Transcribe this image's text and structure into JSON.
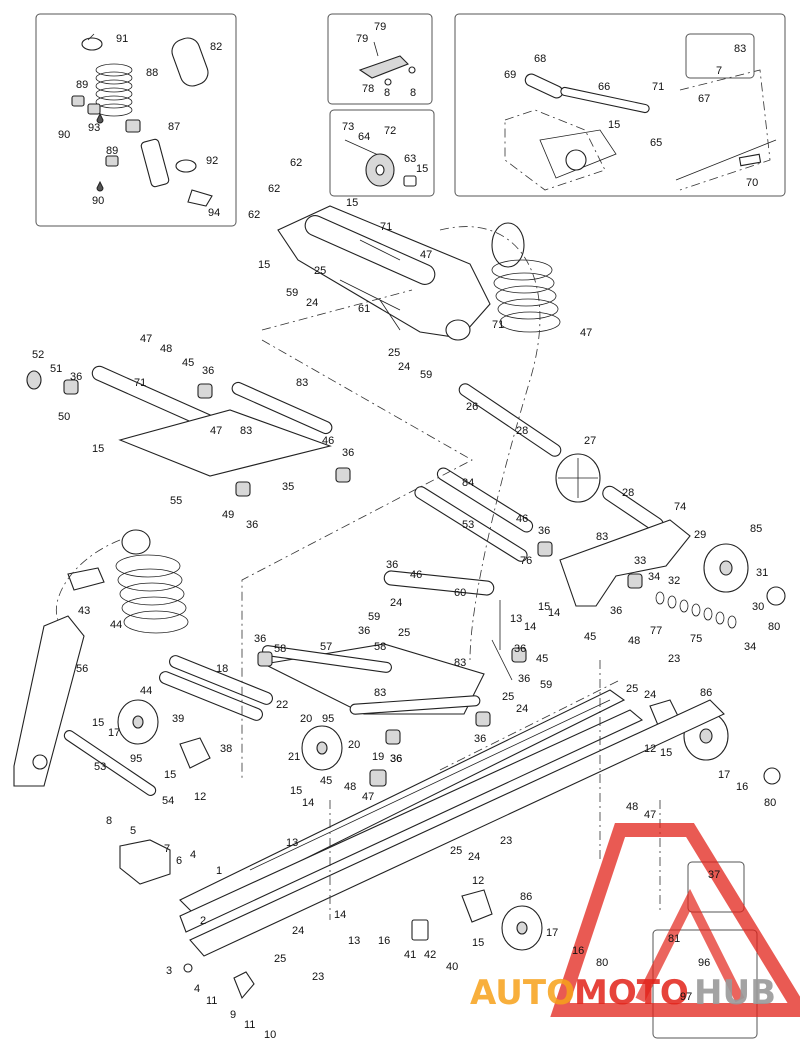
{
  "labels": {
    "l91": "91",
    "l82": "82",
    "l88": "88",
    "l89a": "89",
    "l93": "93",
    "l90a": "90",
    "l87": "87",
    "l89b": "89",
    "l92": "92",
    "l90b": "90",
    "l94": "94",
    "l79a": "79",
    "l79b": "79",
    "l78": "78",
    "l8a": "8",
    "l8b": "8",
    "l73": "73",
    "l64": "64",
    "l72": "72",
    "l63": "63",
    "l15a": "15",
    "l68": "68",
    "l69": "69",
    "l66": "66",
    "l71a": "71",
    "l67": "67",
    "l15b": "15",
    "l65": "65",
    "l83a": "83",
    "l7a": "7",
    "l70": "70",
    "l62a": "62",
    "l62b": "62",
    "l62c": "62",
    "l15c": "15",
    "l71b": "71",
    "l47a": "47",
    "l15d": "15",
    "l25a": "25",
    "l59a": "59",
    "l24a": "24",
    "l61": "61",
    "l71c": "71",
    "l47b": "47",
    "l25b": "25",
    "l24b": "24",
    "l59b": "59",
    "l52": "52",
    "l51": "51",
    "l36a": "36",
    "l50": "50",
    "l47c": "47",
    "l48a": "48",
    "l45a": "45",
    "l36b": "36",
    "l71d": "71",
    "l83b": "83",
    "l47d": "47",
    "l83c": "83",
    "l15e": "15",
    "l46a": "46",
    "l36c": "36",
    "l55": "55",
    "l35": "35",
    "l49": "49",
    "l36d": "36",
    "l26": "26",
    "l28a": "28",
    "l27": "27",
    "l28b": "28",
    "l74": "74",
    "l84": "84",
    "l46b": "46",
    "l36e": "36",
    "l83d": "83",
    "l53a": "53",
    "l29": "29",
    "l85": "85",
    "l76": "76",
    "l33": "33",
    "l34a": "34",
    "l32": "32",
    "l31": "31",
    "l36f": "36",
    "l30": "30",
    "l77": "77",
    "l75": "75",
    "l34b": "34",
    "l80a": "80",
    "l36g": "36",
    "l46c": "46",
    "l60": "60",
    "l59c": "59",
    "l24c": "24",
    "l25c": "25",
    "l15f": "15",
    "l14a": "14",
    "l13a": "13",
    "l14b": "14",
    "l43": "43",
    "l44a": "44",
    "l56": "56",
    "l36h": "36",
    "l58a": "58",
    "l57": "57",
    "l36i": "36",
    "l58b": "58",
    "l83e": "83",
    "l83f": "83",
    "l36j": "36",
    "l45b": "45",
    "l36k": "36",
    "l25d": "25",
    "l59d": "59",
    "l24d": "24",
    "l45c": "45",
    "l48b": "48",
    "l23a": "23",
    "l25e": "25",
    "l24e": "24",
    "l86a": "86",
    "l12a": "12",
    "l15g": "15",
    "l44b": "44",
    "l18": "18",
    "l22": "22",
    "l20a": "20",
    "l95a": "95",
    "l20b": "20",
    "l36l": "36",
    "l36m": "36",
    "l15h": "15",
    "l17a": "17",
    "l39": "39",
    "l21": "21",
    "l95b": "95",
    "l38": "38",
    "l15i": "15",
    "l12b": "12",
    "l19": "19",
    "l36n": "36",
    "l45d": "45",
    "l48c": "48",
    "l47e": "47",
    "l17b": "17",
    "l16a": "16",
    "l80b": "80",
    "l48d": "48",
    "l47f": "47",
    "l53b": "53",
    "l54": "54",
    "l15j": "15",
    "l14c": "14",
    "l13b": "13",
    "l8c": "8",
    "l5": "5",
    "l7b": "7",
    "l6": "6",
    "l4a": "4",
    "l1": "1",
    "l23b": "23",
    "l25f": "25",
    "l24f": "24",
    "l37": "37",
    "l12c": "12",
    "l86b": "86",
    "l14d": "14",
    "l13c": "13",
    "l16b": "16",
    "l41": "41",
    "l42": "42",
    "l40": "40",
    "l15k": "15",
    "l17c": "17",
    "l16c": "16",
    "l80c": "80",
    "l2": "2",
    "l24g": "24",
    "l25g": "25",
    "l23c": "23",
    "l3": "3",
    "l4b": "4",
    "l11a": "11",
    "l9": "9",
    "l11b": "11",
    "l10": "10",
    "l81": "81",
    "l96": "96",
    "l97": "97"
  },
  "watermark": {
    "text_auto": "AUTO",
    "text_moto": "MOTO",
    "text_hub": "HUB",
    "color_red": "#e2231a",
    "color_orange": "#f7a21b",
    "color_gray": "#9a9a9a"
  }
}
